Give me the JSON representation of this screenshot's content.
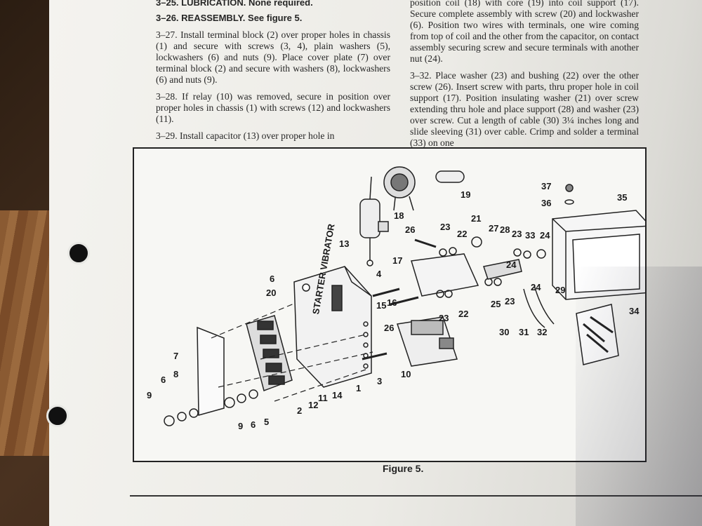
{
  "left_column": {
    "heading_lub": "3–25. LUBRICATION. None required.",
    "heading_reassembly": "3–26. REASSEMBLY. See figure 5.",
    "para_27": "3–27. Install terminal block (2) over proper holes in chassis (1) and secure with screws (3, 4), plain washers (5), lockwashers (6) and nuts (9). Place cover plate (7) over terminal block (2) and secure with washers (8), lockwashers (6) and nuts (9).",
    "para_28": "3–28. If relay (10) was removed, secure in position over proper holes in chassis (1) with screws (12) and lockwashers (11).",
    "para_29": "3–29. Install capacitor (13) over proper hole in"
  },
  "right_column": {
    "para_31_cont": "position coil (18) with core (19) into coil support (17). Secure complete assembly with screw (20) and lockwasher (6). Position two wires with terminals, one wire coming from top of coil and the other from the capacitor, on contact assembly securing screw and secure terminals with another nut (24).",
    "para_32": "3–32. Place washer (23) and bushing (22) over the other screw (26). Insert screw with parts, thru proper hole in coil support (17). Position insulating washer (21) over screw extending thru hole and place support (28) and washer (23) over screw. Cut a length of cable (30) 3¼ inches long and slide sleeving (31) over cable. Crimp and solder a terminal (33) on one"
  },
  "figure": {
    "caption": "Figure 5.",
    "callouts": [
      "1",
      "2",
      "3",
      "4",
      "5",
      "6",
      "6",
      "7",
      "8",
      "9",
      "9",
      "10",
      "11",
      "12",
      "13",
      "14",
      "15",
      "16",
      "17",
      "18",
      "19",
      "20",
      "21",
      "22",
      "22",
      "23",
      "23",
      "23",
      "23",
      "24",
      "24",
      "24",
      "25",
      "26",
      "26",
      "27",
      "28",
      "29",
      "30",
      "31",
      "32",
      "33",
      "34",
      "35",
      "36",
      "37"
    ],
    "stamp_text": "STARTER VIBRATOR"
  }
}
